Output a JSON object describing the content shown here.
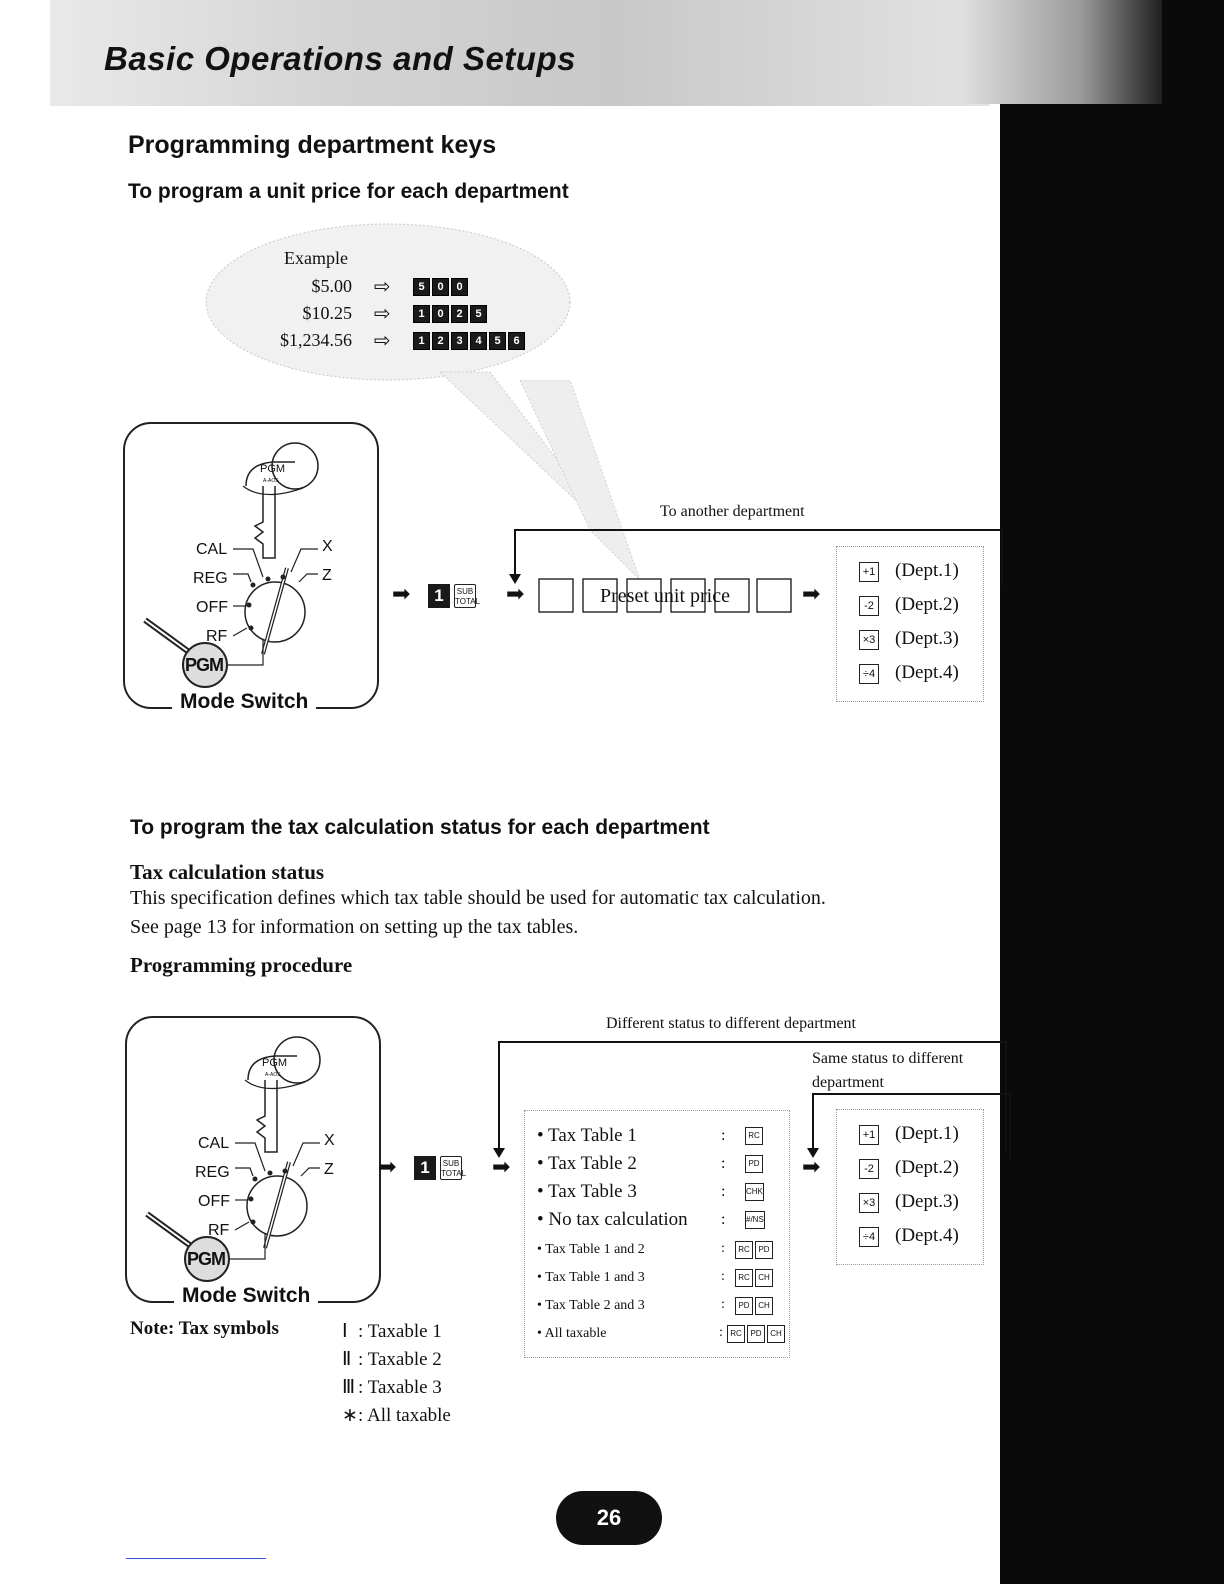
{
  "header": {
    "title": "Basic Operations and Setups"
  },
  "section": {
    "title": "Programming department keys"
  },
  "unit_price": {
    "subtitle": "To program a unit price for each department",
    "example": {
      "label": "Example",
      "rows": [
        {
          "amount": "$5.00",
          "keys": [
            "5",
            "0",
            "0"
          ]
        },
        {
          "amount": "$10.25",
          "keys": [
            "1",
            "0",
            "2",
            "5"
          ]
        },
        {
          "amount": "$1,234.56",
          "keys": [
            "1",
            "2",
            "3",
            "4",
            "5",
            "6"
          ]
        }
      ]
    },
    "loop_label": "To another department",
    "start_key": "1",
    "subtotal_key": "SUB TOTAL",
    "preset_label": "Preset unit price"
  },
  "mode_switch": {
    "label": "Mode Switch",
    "key_label": "PGM",
    "key_tag": "A-AOS",
    "positions": [
      "CAL",
      "REG",
      "OFF",
      "RF",
      "X",
      "Z"
    ],
    "selected": "PGM"
  },
  "departments": [
    {
      "key": "+1",
      "label": "(Dept.1)"
    },
    {
      "key": "-2",
      "label": "(Dept.2)"
    },
    {
      "key": "×3",
      "label": "(Dept.3)"
    },
    {
      "key": "÷4",
      "label": "(Dept.4)"
    }
  ],
  "tax_status": {
    "subtitle": "To program the tax calculation status for each department",
    "heading": "Tax calculation status",
    "text1": "This specification defines which tax table should be used for automatic tax calculation.",
    "text2": "See page 13 for information on setting up the tax tables.",
    "procedure_heading": "Programming procedure",
    "loop_label_different": "Different status to different department",
    "loop_label_same_1": "Same status to different",
    "loop_label_same_2": "department",
    "options": [
      {
        "label": "• Tax Table 1",
        "keys": [
          "RC"
        ]
      },
      {
        "label": "• Tax Table 2",
        "keys": [
          "PD"
        ]
      },
      {
        "label": "• Tax Table 3",
        "keys": [
          "CHK"
        ]
      },
      {
        "label": "• No tax calculation",
        "keys": [
          "#/NS"
        ]
      },
      {
        "label": "• Tax Table 1 and 2",
        "keys": [
          "RC",
          "PD"
        ]
      },
      {
        "label": "• Tax Table 1 and 3",
        "keys": [
          "RC",
          "CH"
        ]
      },
      {
        "label": "• Tax Table 2 and 3",
        "keys": [
          "PD",
          "CH"
        ]
      },
      {
        "label": "• All taxable",
        "keys": [
          "RC",
          "PD",
          "CH"
        ]
      }
    ],
    "note_title": "Note: Tax symbols",
    "tax_symbols": [
      {
        "symbol": "Ⅰ",
        "label": "Taxable 1"
      },
      {
        "symbol": "Ⅱ",
        "label": "Taxable 2"
      },
      {
        "symbol": "Ⅲ",
        "label": "Taxable 3"
      },
      {
        "symbol": "∗",
        "label": "All taxable"
      }
    ]
  },
  "page_number": "26"
}
